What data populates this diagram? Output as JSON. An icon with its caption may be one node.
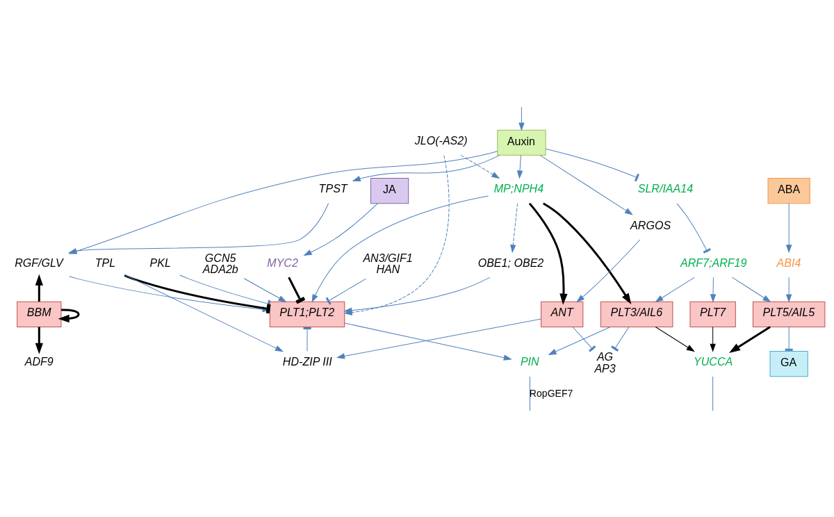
{
  "diagram": {
    "nodes": [
      {
        "text": [
          "Auxin"
        ]
      },
      {
        "text": [
          "TPST"
        ]
      },
      {
        "text": [
          "JLO(-AS2)"
        ]
      },
      {
        "text": [
          "JA"
        ]
      },
      {
        "text": [
          "MP;NPH4"
        ]
      },
      {
        "text": [
          "RGF/GLV"
        ]
      },
      {
        "text": [
          "ARGOS"
        ]
      },
      {
        "text": [
          "SLR/IAA14"
        ]
      },
      {
        "text": [
          "ABA"
        ]
      },
      {
        "text": [
          "ARF7;ARF19"
        ]
      },
      {
        "text": [
          "OBE1; OBE2"
        ]
      },
      {
        "text": [
          "MYC2"
        ]
      },
      {
        "text": [
          "ABI4"
        ]
      },
      {
        "text": [
          "AN3/GIF1",
          "HAN"
        ]
      },
      {
        "text": [
          "PLT1;PLT2"
        ]
      },
      {
        "text": [
          "BBM"
        ]
      },
      {
        "text": [
          "ANT"
        ]
      },
      {
        "text": [
          "PLT3/AIL6"
        ]
      },
      {
        "text": [
          "PLT7"
        ]
      },
      {
        "text": [
          "PLT5/AIL5"
        ]
      },
      {
        "text": [
          "ADF9"
        ]
      },
      {
        "text": [
          "PKL"
        ]
      },
      {
        "text": [
          "TPL"
        ]
      },
      {
        "text": [
          "HD-ZIP III"
        ]
      },
      {
        "text": [
          "AG",
          "AP3"
        ]
      },
      {
        "text": [
          "GA"
        ]
      },
      {
        "text": [
          "GCN5",
          "ADA2b"
        ]
      },
      {
        "text": [
          "PIN"
        ]
      },
      {
        "text": [
          "YUCCA"
        ]
      }
    ],
    "edges": [
      {
        "from": null,
        "to": 0,
        "arrow": "to"
      },
      {
        "from": 0,
        "to": 1,
        "arrow": "to"
      },
      {
        "from": 0,
        "to": 4,
        "arrow": "to"
      },
      {
        "from": 0,
        "to": 5,
        "arrow": "to"
      },
      {
        "from": 0,
        "to": 6,
        "arrow": "to"
      },
      {
        "from": 0,
        "to": 7,
        "arrow": "other"
      },
      {
        "from": 4,
        "to": 16,
        "arrow": "to",
        "style": "thick",
        "color": "#000000"
      },
      {
        "from": 4,
        "to": 17,
        "arrow": "to",
        "style": "thick",
        "color": "#000000"
      },
      {
        "from": 1,
        "to": 5,
        "arrow": "to"
      },
      {
        "from": 2,
        "to": 4,
        "arrow": "to",
        "style": "dashed"
      },
      {
        "from": 2,
        "to": 14,
        "arrow": "to",
        "style": "dashed"
      },
      {
        "from": 3,
        "to": 11,
        "arrow": "to"
      },
      {
        "from": 11,
        "to": 14,
        "arrow": "other",
        "style": "thick",
        "color": "#000000"
      },
      {
        "from": 4,
        "to": 14,
        "arrow": "to"
      },
      {
        "from": 4,
        "to": 10,
        "arrow": "to",
        "style": "dashed"
      },
      {
        "from": 10,
        "to": 14,
        "arrow": "to"
      },
      {
        "from": 5,
        "to": 14,
        "arrow": "to"
      },
      {
        "from": 6,
        "to": 16,
        "arrow": "to"
      },
      {
        "from": 7,
        "to": 9,
        "arrow": "other"
      },
      {
        "from": 9,
        "to": 17,
        "arrow": "to"
      },
      {
        "from": 9,
        "to": 18,
        "arrow": "to"
      },
      {
        "from": 9,
        "to": 19,
        "arrow": "to"
      },
      {
        "from": 8,
        "to": 12,
        "arrow": "to"
      },
      {
        "from": 12,
        "to": 19,
        "arrow": "to"
      },
      {
        "from": 13,
        "to": 14,
        "arrow": "other"
      },
      {
        "from": 15,
        "to": 5,
        "arrow": "to",
        "style": "thick",
        "color": "#000000"
      },
      {
        "from": 15,
        "to": 15,
        "arrow": "to",
        "style": "thick",
        "color": "#000000"
      },
      {
        "from": 15,
        "to": 20,
        "arrow": "to",
        "style": "thick",
        "color": "#000000"
      },
      {
        "from": 21,
        "to": 14,
        "arrow": "other"
      },
      {
        "from": 22,
        "to": 14,
        "arrow": "other",
        "style": "thick",
        "color": "#000000"
      },
      {
        "from": 23,
        "to": 14,
        "arrow": "other"
      },
      {
        "from": 14,
        "to": 27,
        "arrow": "to"
      },
      {
        "from": 26,
        "to": 14,
        "arrow": "to"
      },
      {
        "from": 22,
        "to": 23,
        "arrow": "to"
      },
      {
        "from": 16,
        "to": 23,
        "arrow": "to"
      },
      {
        "from": 16,
        "to": 24,
        "arrow": "other"
      },
      {
        "from": 17,
        "to": 24,
        "arrow": "other"
      },
      {
        "from": 17,
        "to": 27,
        "arrow": "to"
      },
      {
        "from": 17,
        "to": 28,
        "arrow": "to",
        "color": "#000000"
      },
      {
        "from": 18,
        "to": 28,
        "arrow": "to",
        "color": "#000000"
      },
      {
        "from": 19,
        "to": 28,
        "arrow": "to",
        "style": "thick",
        "color": "#000000"
      },
      {
        "from": 19,
        "to": 25,
        "arrow": "other"
      },
      {
        "from": 27,
        "to": null,
        "arrow": "none",
        "label": "RopGEF7"
      },
      {
        "from": 28,
        "to": null,
        "arrow": "none"
      }
    ]
  }
}
